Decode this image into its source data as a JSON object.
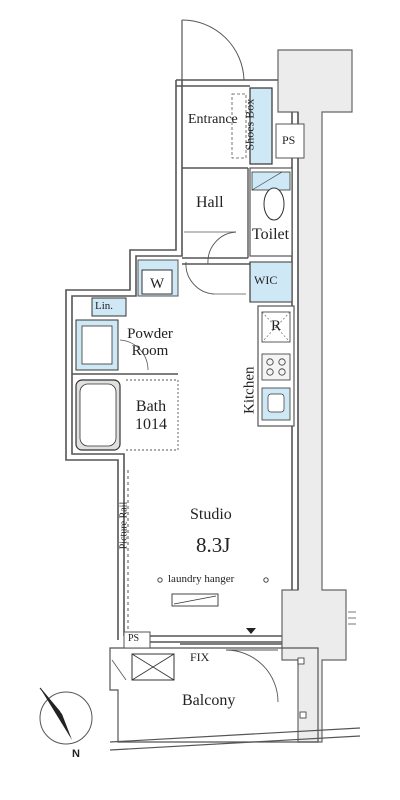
{
  "rooms": {
    "entrance": "Entrance",
    "shoes_box": "Shoes Box",
    "ps_top": "PS",
    "hall": "Hall",
    "toilet": "Toilet",
    "wic": "WIC",
    "w": "W",
    "lin": "Lin.",
    "powder_room_line1": "Powder",
    "powder_room_line2": "Room",
    "refrigerator": "R",
    "kitchen": "Kitchen",
    "bath_line1": "Bath",
    "bath_line2": "1014",
    "picture_rail": "Picture Rail",
    "studio": "Studio",
    "studio_size": "8.3J",
    "laundry_hanger": "laundry hanger",
    "ps_bottom": "PS",
    "fix": "FIX",
    "balcony": "Balcony",
    "compass_n": "N"
  },
  "colors": {
    "wall": "#555555",
    "fixture_blue": "#cfe8f5",
    "light_gray": "#e8e8e8",
    "line": "#444444"
  }
}
